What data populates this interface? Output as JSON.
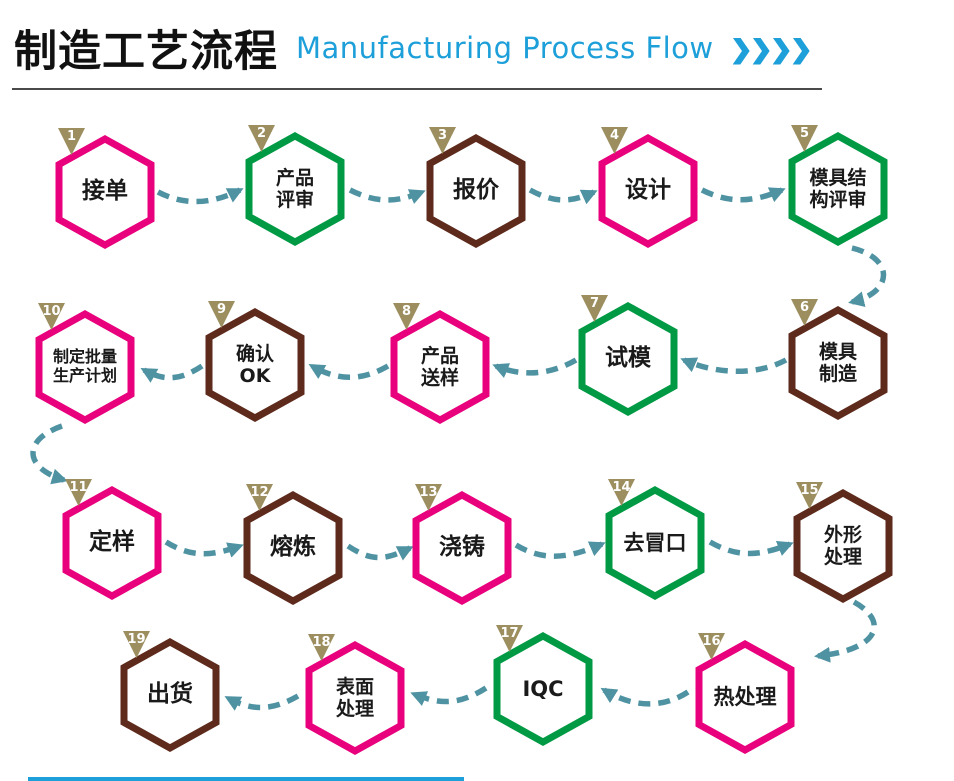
{
  "header": {
    "title_zh": "制造工艺流程",
    "title_en": "Manufacturing Process Flow"
  },
  "colors": {
    "pink": "#e8007d",
    "green": "#009944",
    "brown": "#5d2a1c",
    "badge": "#9c8e5f",
    "arrow": "#4f93a3",
    "blue": "#1d9fd9",
    "text": "#1a1a1a"
  },
  "nodes": [
    {
      "num": "1",
      "label": "接单",
      "color": "pink"
    },
    {
      "num": "2",
      "label": "产品\n评审",
      "color": "green"
    },
    {
      "num": "3",
      "label": "报价",
      "color": "brown"
    },
    {
      "num": "4",
      "label": "设计",
      "color": "pink"
    },
    {
      "num": "5",
      "label": "模具结\n构评审",
      "color": "green"
    },
    {
      "num": "6",
      "label": "模具\n制造",
      "color": "brown"
    },
    {
      "num": "7",
      "label": "试模",
      "color": "green"
    },
    {
      "num": "8",
      "label": "产品\n送样",
      "color": "pink"
    },
    {
      "num": "9",
      "label": "确认\nOK",
      "color": "brown"
    },
    {
      "num": "10",
      "label": "制定批量\n生产计划",
      "color": "pink"
    },
    {
      "num": "11",
      "label": "定样",
      "color": "pink"
    },
    {
      "num": "12",
      "label": "熔炼",
      "color": "brown"
    },
    {
      "num": "13",
      "label": "浇铸",
      "color": "pink"
    },
    {
      "num": "14",
      "label": "去冒口",
      "color": "green"
    },
    {
      "num": "15",
      "label": "外形\n处理",
      "color": "brown"
    },
    {
      "num": "16",
      "label": "热处理",
      "color": "pink"
    },
    {
      "num": "17",
      "label": "IQC",
      "color": "green"
    },
    {
      "num": "18",
      "label": "表面\n处理",
      "color": "pink"
    },
    {
      "num": "19",
      "label": "出货",
      "color": "brown"
    }
  ]
}
